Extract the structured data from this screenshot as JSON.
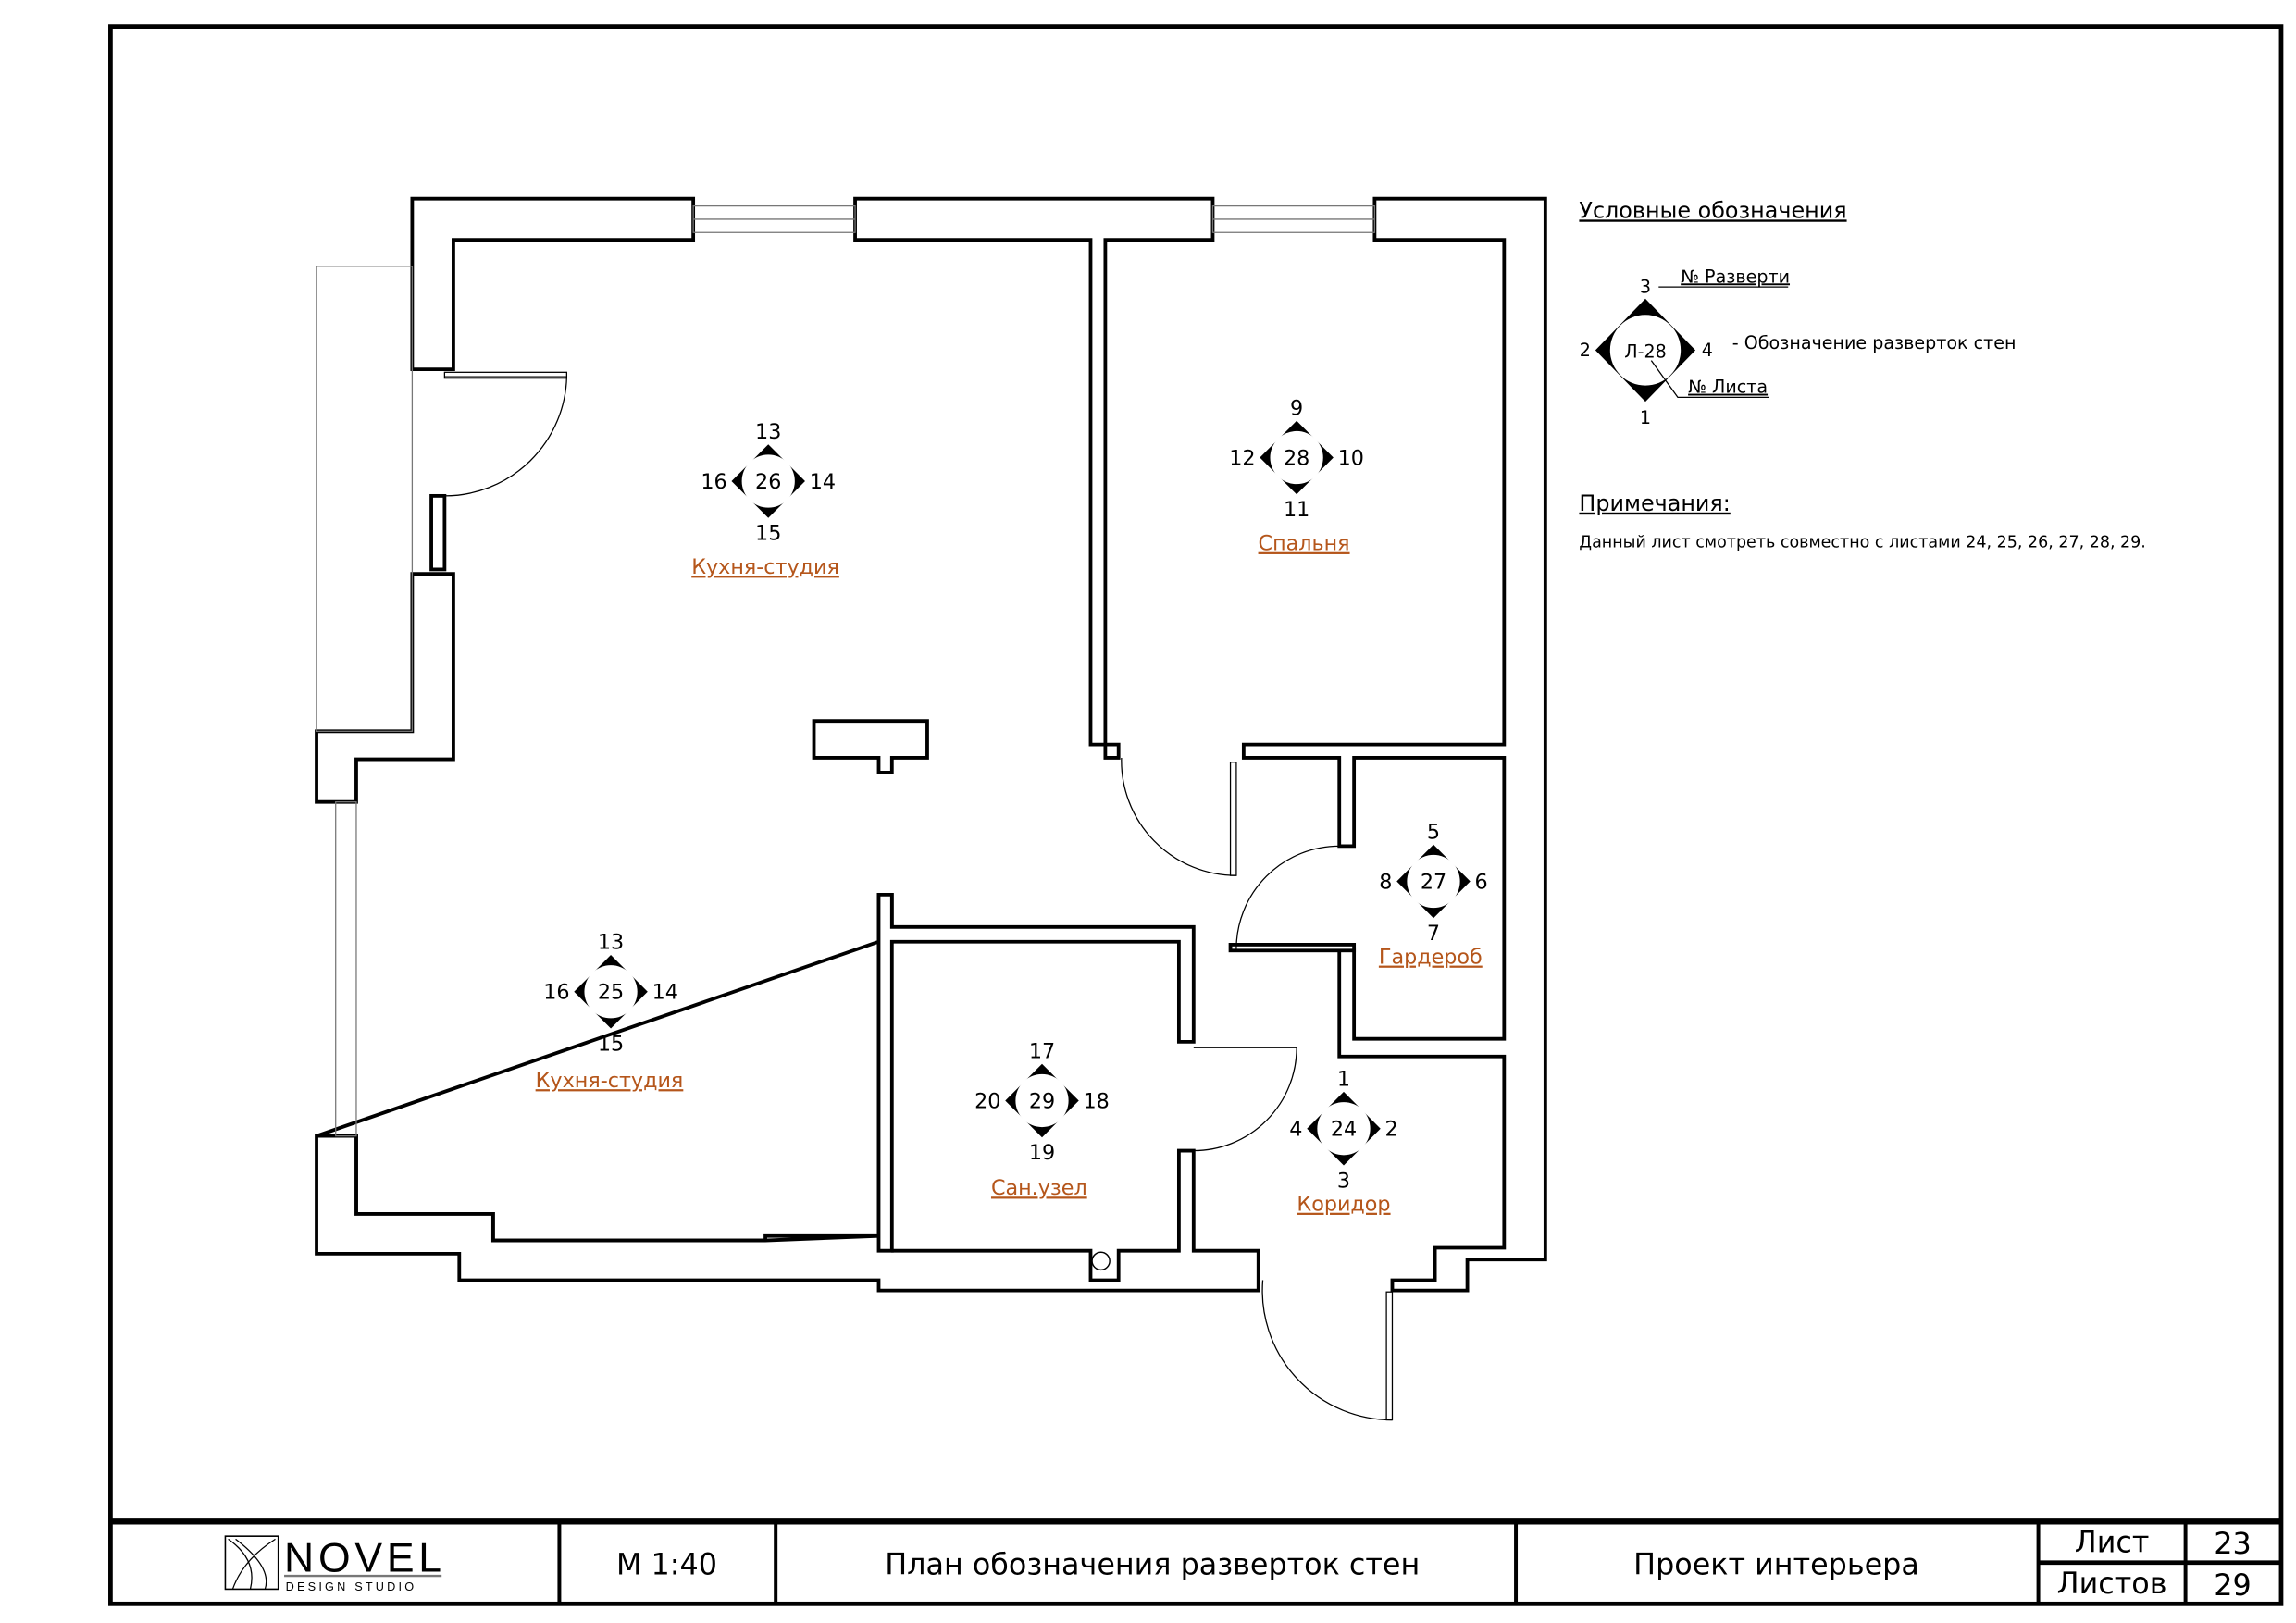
{
  "legend": {
    "title": "Условные обозначения",
    "sample_sheet": "Л-28",
    "sample_numbers": {
      "top": "3",
      "right": "4",
      "bottom": "1",
      "left": "2"
    },
    "unfold_number_label": "№ Разверти",
    "sheet_number_label": "№ Листа",
    "description": "- Обозначение разверток стен"
  },
  "notes": {
    "title": "Примечания:",
    "text": "Данный лист смотреть совместно с листами  24, 25, 26, 27, 28, 29."
  },
  "rooms": [
    {
      "name": "Кухня-студия",
      "marker": {
        "sheet": "26",
        "top": "13",
        "right": "14",
        "bottom": "15",
        "left": "16"
      }
    },
    {
      "name": "Спальня",
      "marker": {
        "sheet": "28",
        "top": "9",
        "right": "10",
        "bottom": "11",
        "left": "12"
      }
    },
    {
      "name": "Гардероб",
      "marker": {
        "sheet": "27",
        "top": "5",
        "right": "6",
        "bottom": "7",
        "left": "8"
      }
    },
    {
      "name": "Кухня-студия",
      "marker": {
        "sheet": "25",
        "top": "13",
        "right": "14",
        "bottom": "15",
        "left": "16"
      }
    },
    {
      "name": "Сан.узел",
      "marker": {
        "sheet": "29",
        "top": "17",
        "right": "18",
        "bottom": "19",
        "left": "20"
      }
    },
    {
      "name": "Коридор",
      "marker": {
        "sheet": "24",
        "top": "1",
        "right": "2",
        "bottom": "3",
        "left": "4"
      }
    }
  ],
  "title_block": {
    "logo_text": "NOVEL",
    "logo_subtext": "DESIGN STUDIO",
    "scale": "М 1:40",
    "drawing_title": "План обозначения разверток стен",
    "project": "Проект интерьера",
    "sheet_label": "Лист",
    "sheet_value": "23",
    "sheets_label": "Листов",
    "sheets_value": "29"
  },
  "colors": {
    "room_label": "#b5561b",
    "line": "#000000"
  }
}
